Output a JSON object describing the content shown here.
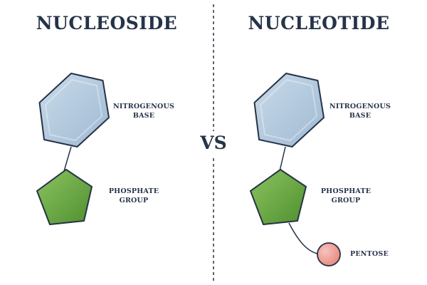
{
  "titles": {
    "left": "NUCLEOSIDE",
    "right": "NUCLEOTIDE"
  },
  "vs": "VS",
  "nucleoside": {
    "base_label": [
      "NITROGENOUS",
      "BASE"
    ],
    "phosphate_label": [
      "PHOSPHATE",
      "GROUP"
    ]
  },
  "nucleotide": {
    "base_label": [
      "NITROGENOUS",
      "BASE"
    ],
    "phosphate_label": [
      "PHOSPHATE",
      "GROUP"
    ],
    "pentose_label": "PENTOSE"
  },
  "colors": {
    "hexagon_fill": "#b7cde0",
    "pentagon_fill": "#6fae45",
    "pentose_fill": "#f2a39c",
    "outline": "#263348",
    "text": "#263348"
  }
}
